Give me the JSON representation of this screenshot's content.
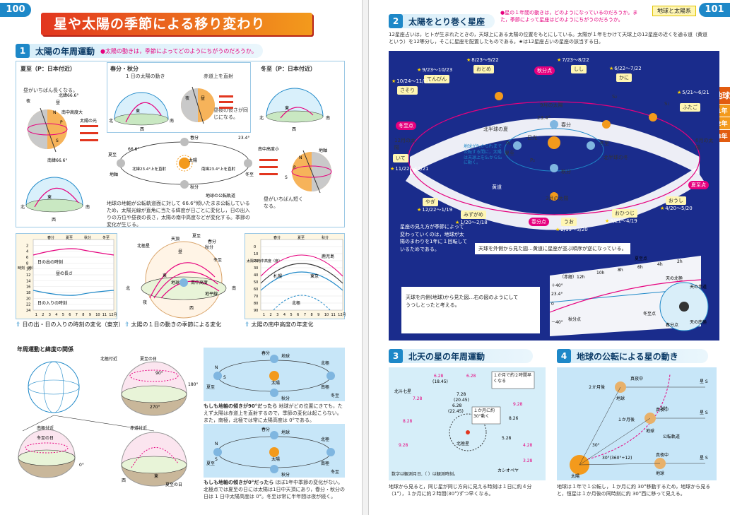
{
  "left": {
    "page_number": "100",
    "title": "星や太陽の季節による移り変わり",
    "sec1": {
      "num": "1",
      "title": "太陽の年周運動",
      "question": "●太陽の動きは，季節によってどのようにちがうのだろうか。",
      "summer": {
        "title": "夏至（P：日本付近）",
        "caption": "昼がいちばん長くなる。",
        "labels": [
          "北緯66.6°",
          "南中高度大",
          "太陽の光",
          "南緯66.6°",
          "夜",
          "昼",
          "N",
          "P",
          "S",
          "北",
          "東",
          "南",
          "西"
        ]
      },
      "equinox": {
        "title": "春分・秋分",
        "movement": "1 日の太陽の動き",
        "equator": "赤道上を直射",
        "equal": "昼夜の長さが同じになる。",
        "labels": [
          "北",
          "東",
          "南",
          "西",
          "昼",
          "夜"
        ]
      },
      "winter": {
        "title": "冬至（P：日本付近）",
        "alt": "南中高度小",
        "axis": "地軸",
        "caption": "昼がいちばん短くなる。",
        "labels": [
          "北",
          "東",
          "南",
          "西",
          "N",
          "P",
          "S"
        ]
      },
      "orbit": {
        "spring": "春分",
        "summer": "夏至",
        "winter": "冬至",
        "autumn": "秋分",
        "sun": "太陽",
        "axis": "地軸",
        "angle1": "66.6°",
        "angle2": "23.4°",
        "north": "北緯23.4°上を直射",
        "south": "南緯23.4°上を直射",
        "orbit": "地球の公転軌道"
      },
      "body": "地球の地軸が公転軌道面に対して 66.6°傾いたまま公転しているため，太陽光線が直角に当たる緯度が日ごとに変化し，日の出入りの方位や昼夜の長さ，太陽の南中高度などが変化する。季節の変化が生じる。",
      "chart1": {
        "caption": "日の出・日の入りの時刻の変化（東京）",
        "ylabel": "時刻（時）",
        "sunrise": "日の出の時刻",
        "daylen": "昼の長さ",
        "sunset": "日の入りの時刻",
        "seasons": [
          "春分",
          "夏至",
          "秋分",
          "冬至"
        ],
        "yticks": [
          "2",
          "4",
          "6",
          "8",
          "10",
          "12",
          "14",
          "16",
          "18",
          "20",
          "22",
          "24"
        ],
        "xticks": [
          "1",
          "2",
          "3",
          "4",
          "5",
          "6",
          "7",
          "8",
          "9",
          "10",
          "11",
          "12月"
        ]
      },
      "sphere": {
        "caption": "太陽の１日の動きの季節による変化",
        "labels": [
          "天頂",
          "北極星",
          "春分",
          "秋分",
          "夏至",
          "冬至",
          "北",
          "東",
          "南",
          "西",
          "地球",
          "南中高度",
          "地平線",
          "昼",
          "夜"
        ]
      },
      "chart2": {
        "caption": "太陽の南中高度の年変化",
        "ylabel": "太陽の南中高度（度）",
        "seasons": [
          "春分",
          "夏至",
          "秋分"
        ],
        "series": [
          "鹿児島",
          "札幌",
          "東京",
          "北極"
        ],
        "yticks": [
          "0",
          "10",
          "20",
          "30",
          "40",
          "50",
          "60",
          "70",
          "80",
          "90"
        ],
        "xticks": [
          "1",
          "2",
          "3",
          "4",
          "5",
          "6",
          "7",
          "8",
          "9",
          "10",
          "11",
          "12月"
        ]
      }
    },
    "latitude": {
      "title": "年周運動と緯度の関係",
      "north": "北極付近",
      "south": "南極付近",
      "equator": "赤道付近",
      "summer_sun": "夏至の日",
      "winter_sun": "冬至の日",
      "labels": [
        "90°",
        "180°",
        "270°",
        "0°",
        "東",
        "西"
      ]
    },
    "tilt90": {
      "labels": [
        "春分",
        "地球",
        "北極",
        "南極",
        "夏至",
        "冬至",
        "秋分",
        "太陽",
        "N",
        "S"
      ],
      "title": "もしも地軸の傾きが90°だったら",
      "text": "地球がどの位置にきても，たえず太陽は赤道上を直射するので，季節の変化は起こらない。また，南極，北極では常に太陽高度は 0°である。"
    },
    "tilt0": {
      "labels": [
        "春分",
        "地球",
        "北極",
        "南極",
        "夏至",
        "冬至",
        "秋分",
        "太陽",
        "N",
        "S"
      ],
      "title": "もしも地軸の傾きが0°だったら",
      "text": "ほぼ1年中季節の変化がない。北極点では夏至の日には太陽は1日中天頂にあり，春分・秋分の日は 1 日中太陽高度は 0°。冬至は常に半年間は夜が続く。"
    }
  },
  "right": {
    "page_number": "101",
    "badge": "地球と太陽系",
    "side_tab": [
      "地球",
      "1年",
      "2年",
      "3年"
    ],
    "sec2": {
      "num": "2",
      "title": "太陽をとり巻く星座",
      "question": "●星の１年間の動きは，どのようになっているのだろうか。また，季節によって星座はどのようにちがうのだろうか。",
      "intro": "12星座占いは，ヒトが生まれたときの，天球上にある太陽の位置をもとにしている。太陽が１年をかけて天球上の12星座の近くを通る道（黄道という）を12等分し，そこに星座を配置したものである。★は12星座占いの星座の該当する日。",
      "zodiac": [
        {
          "name": "おとめ",
          "date": "8/23～9/22"
        },
        {
          "name": "てんびん",
          "date": "9/23～10/23"
        },
        {
          "name": "しし",
          "date": "7/23～8/22"
        },
        {
          "name": "かに",
          "date": "6/22～7/22"
        },
        {
          "name": "さそり",
          "date": "10/24～11/21"
        },
        {
          "name": "ふたご",
          "date": "5/21～6/21"
        },
        {
          "name": "いて",
          "date": "11/22～12/21"
        },
        {
          "name": "やぎ",
          "date": "12/22～1/19"
        },
        {
          "name": "みずがめ",
          "date": "1/20～2/18"
        },
        {
          "name": "うお",
          "date": "2/19～3/20"
        },
        {
          "name": "おひつじ",
          "date": "3/21～4/19"
        },
        {
          "name": "おうし",
          "date": "4/20～5/20"
        }
      ],
      "points": {
        "autumn": "秋分点",
        "winter": "冬至点",
        "spring": "春分点",
        "summer": "夏至点"
      },
      "suns": {
        "sep": "9月の太陽",
        "dec": "12月の太陽",
        "jun": "6月の太陽",
        "mar": "3月の太陽"
      },
      "orbit_labels": {
        "nsummer": "北半球の夏",
        "nwinter": "北半球の冬",
        "angle": "23.4°",
        "sun": "日光",
        "spring": "春分",
        "autumn": "秋分",
        "summer": "夏至",
        "winter": "冬至",
        "ecliptic": "黄道",
        "s1": "S₁",
        "s2": "S₂",
        "p1": "P₁",
        "p2": "P₂",
        "note": "地球がP₁からP₂まで公転する間に，太陽は天球上をS₁からS₂に動く。"
      },
      "side_text": "星座の見え方が季節によって変わっていくのは，地球が太陽のまわりを1年に１回転しているためである。",
      "outer_text": "天球を外側から見た図…黄道に星座が並ぶ順序が逆になっている。",
      "inner_text": "天球を内側(地球)から見た図…右の図のようにしてうつしとったと考える。",
      "band": {
        "ra": [
          "（赤経）12h",
          "10h",
          "8h",
          "6h",
          "4h",
          "2h"
        ],
        "dec": [
          "＋40°",
          "23.4°",
          "0",
          "－40°"
        ],
        "labels": [
          "夏至点",
          "秋分点",
          "天の赤道",
          "天の北極",
          "春分点",
          "天の南極",
          "冬至点"
        ]
      }
    },
    "sec3": {
      "num": "3",
      "title": "北天の星の年周運動",
      "callout1": "１か月で約２時間早くなる",
      "callout2": "１か月に約 30°動く",
      "labels": [
        "北斗七星",
        "カシオペヤ",
        "北極星"
      ],
      "dates": [
        "6.28",
        "7.28",
        "8.28",
        "9.28",
        "8.26",
        "7.28",
        "6.28",
        "5.28",
        "4.28",
        "3.28"
      ],
      "hours": [
        "(18.45)",
        "(20.45)",
        "(22.45)"
      ],
      "note": "数字は観測月日,（ ）は観測時刻。",
      "body": "地球から見ると，同じ星が同じ方向に見える時刻は１日に約４分（1°），１か月に約２時間(30°)ずつ早くなる。"
    },
    "sec4": {
      "num": "4",
      "title": "地球の公転による星の動き",
      "labels": [
        "真夜中",
        "２か月後",
        "地球",
        "星 S",
        "１か月後",
        "30°",
        "公転軌道",
        "30°(360°÷12)",
        "太陽"
      ],
      "body": "地球は１年で１公転し，１か月に約 30°移動するため，地球から見ると，恒星は１か月後の同時刻に約 30°西に移って見える。"
    }
  },
  "colors": {
    "accent": "#1e88c8",
    "title_red": "#e2361f",
    "title_orange": "#f39a1c",
    "magenta": "#e6007e",
    "navy": "#1a2c8c",
    "sky": "#c7e6f8"
  }
}
